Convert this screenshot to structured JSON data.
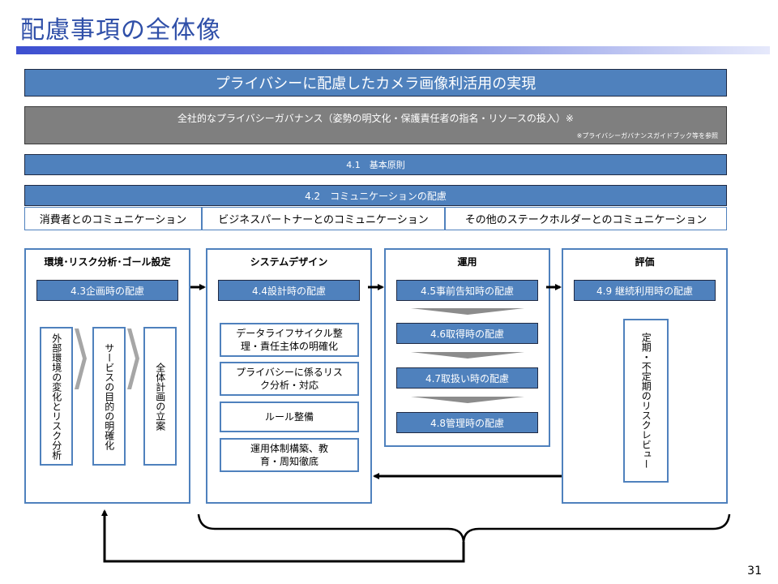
{
  "title": "配慮事項の全体像",
  "banner": "プライバシーに配慮したカメラ画像利活用の実現",
  "governance": {
    "main": "全社的なプライバシーガバナンス（姿勢の明文化・保護責任者の指名・リソースの投入）※",
    "note": "※プライバシーガバナンスガイドブック等を参照"
  },
  "section_41": "4.1　基本原則",
  "section_42": "4.2　コミュニケーションの配慮",
  "communication": [
    "消費者とのコミュニケーション",
    "ビジネスパートナーとのコミュニケーション",
    "その他のステークホルダーとのコミュニケーション"
  ],
  "panels": {
    "env": {
      "title": "環境･リスク分析･ゴール設定",
      "box": "4.3企画時の配慮",
      "steps": [
        "外部環境の変化とリスク分析",
        "サービスの目的の明確化",
        "全体計画の立案"
      ]
    },
    "design": {
      "title": "システムデザイン",
      "box": "4.4設計時の配慮",
      "items": [
        "データライフサイクル整理・責任主体の明確化",
        "プライバシーに係るリスク分析・対応",
        "ルール整備",
        "運用体制構築、教育・周知徹底"
      ]
    },
    "ops": {
      "title": "運用",
      "boxes": [
        "4.5事前告知時の配慮",
        "4.6取得時の配慮",
        "4.7取扱い時の配慮",
        "4.8管理時の配慮"
      ]
    },
    "eval": {
      "title": "評価",
      "box": "4.9 継続利用時の配慮",
      "vertical": "定期・不定期のリスクレビュー"
    }
  },
  "page_number": "31"
}
